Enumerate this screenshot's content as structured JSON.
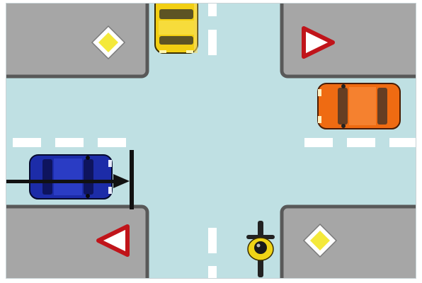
{
  "scene": {
    "type": "intersection-priority-diagram",
    "road_color": "#bfe0e3",
    "block_color": "#a6a6a6",
    "curb_color": "#595959",
    "lane_marking_color": "#ffffff",
    "signs": [
      {
        "name": "priority-road-sign-top-left",
        "kind": "priority-road",
        "fill": "#f4e93a"
      },
      {
        "name": "yield-sign-top-right",
        "kind": "yield",
        "border": "#c0141a"
      },
      {
        "name": "yield-sign-bottom-left",
        "kind": "yield",
        "border": "#c0141a"
      },
      {
        "name": "priority-road-sign-bottom-right",
        "kind": "priority-road",
        "fill": "#f4e93a"
      }
    ],
    "vehicles": [
      {
        "name": "yellow-car",
        "color": "#f2cf12",
        "heading": "south"
      },
      {
        "name": "orange-car",
        "color": "#ef6b12",
        "heading": "west"
      },
      {
        "name": "blue-car",
        "color": "#1c2ca8",
        "heading": "east",
        "highlighted": true
      },
      {
        "name": "motorcycle",
        "color": "#f0d416",
        "heading": "north"
      }
    ],
    "stop_line_color": "#111111",
    "arrow_color": "#111111"
  }
}
